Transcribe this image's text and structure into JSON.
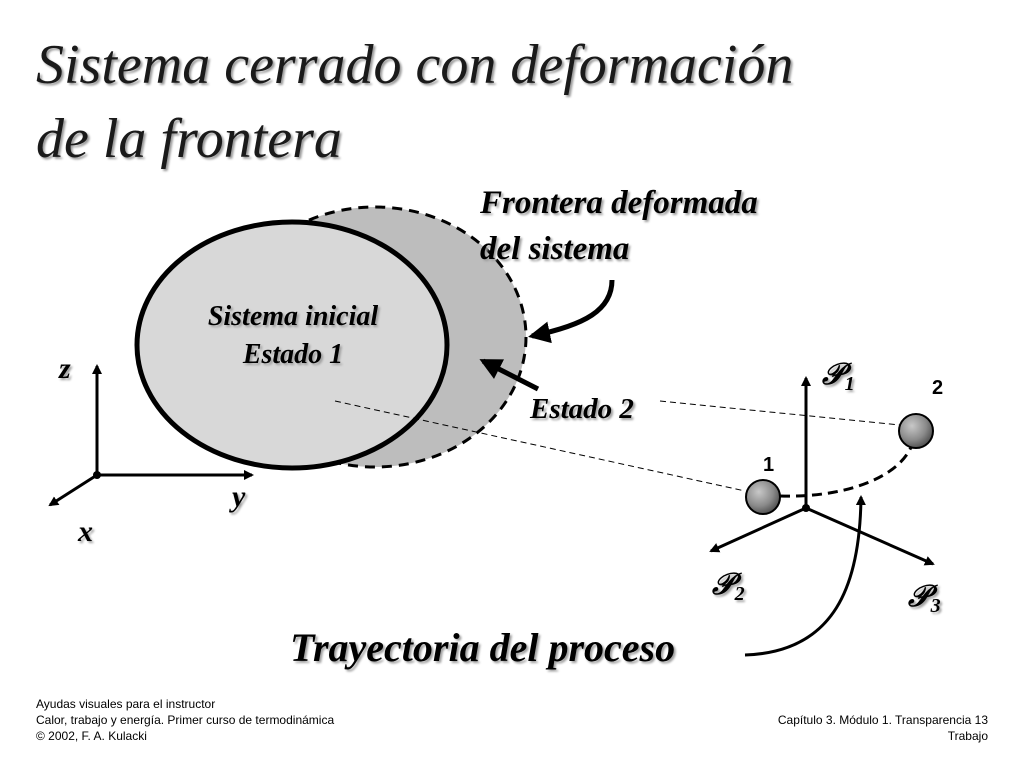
{
  "title": {
    "line1": "Sistema cerrado con deformación",
    "line2": "de la frontera"
  },
  "labels": {
    "frontera_line1": "Frontera deformada",
    "frontera_line2": "del sistema",
    "sistema_line1": "Sistema inicial",
    "sistema_line2": "Estado 1",
    "estado2": "Estado 2",
    "trayectoria": "Trayectoria del proceso"
  },
  "axes_xyz": {
    "z": "z",
    "y": "y",
    "x": "x"
  },
  "property_axes": {
    "p1_symbol": "𝒫",
    "p1_sub": "1",
    "p2_symbol": "𝒫",
    "p2_sub": "2",
    "p3_symbol": "𝒫",
    "p3_sub": "3"
  },
  "points": {
    "state1": "1",
    "state2": "2"
  },
  "footer": {
    "left_line1": "Ayudas visuales para el instructor",
    "left_line2": "Calor, trabajo y energía. Primer curso de termodinámica",
    "left_line3": "© 2002, F. A. Kulacki",
    "right_line1": "Capítulo 3.  Módulo 1. Transparencia 13",
    "right_line2": "Trabajo"
  },
  "colors": {
    "initial_system_fill": "#d8d8d8",
    "deformed_boundary_fill": "#bdbdbd",
    "state_ball": "#8a8a8a"
  }
}
